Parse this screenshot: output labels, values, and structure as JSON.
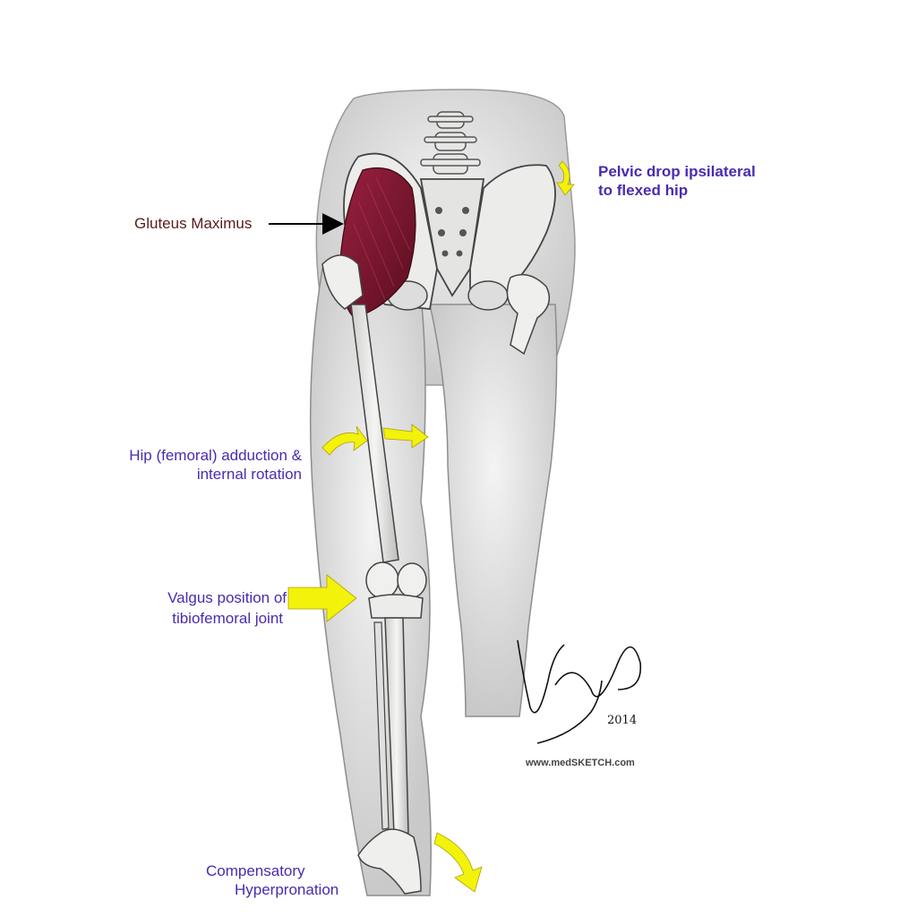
{
  "labels": {
    "gluteus": "Gluteus Maximus",
    "pelvic_line1": "Pelvic drop ipsilateral",
    "pelvic_line2": "to flexed hip",
    "hip_line1": "Hip (femoral) adduction &",
    "hip_line2": "internal rotation",
    "valgus_line1": "Valgus position of",
    "valgus_line2": "tibiofemoral joint",
    "pron_line1": "Compensatory",
    "pron_line2": "Hyperpronation"
  },
  "credit": {
    "url": "www.medSKETCH.com",
    "signature_year": "2014"
  },
  "colors": {
    "label_text": "#4a2bb0",
    "muscle_label": "#5a1a1a",
    "muscle": "#7a1428",
    "arrow": "#f2f20a",
    "bone": "#e8e8e6",
    "skin": "#dcdcdc"
  }
}
